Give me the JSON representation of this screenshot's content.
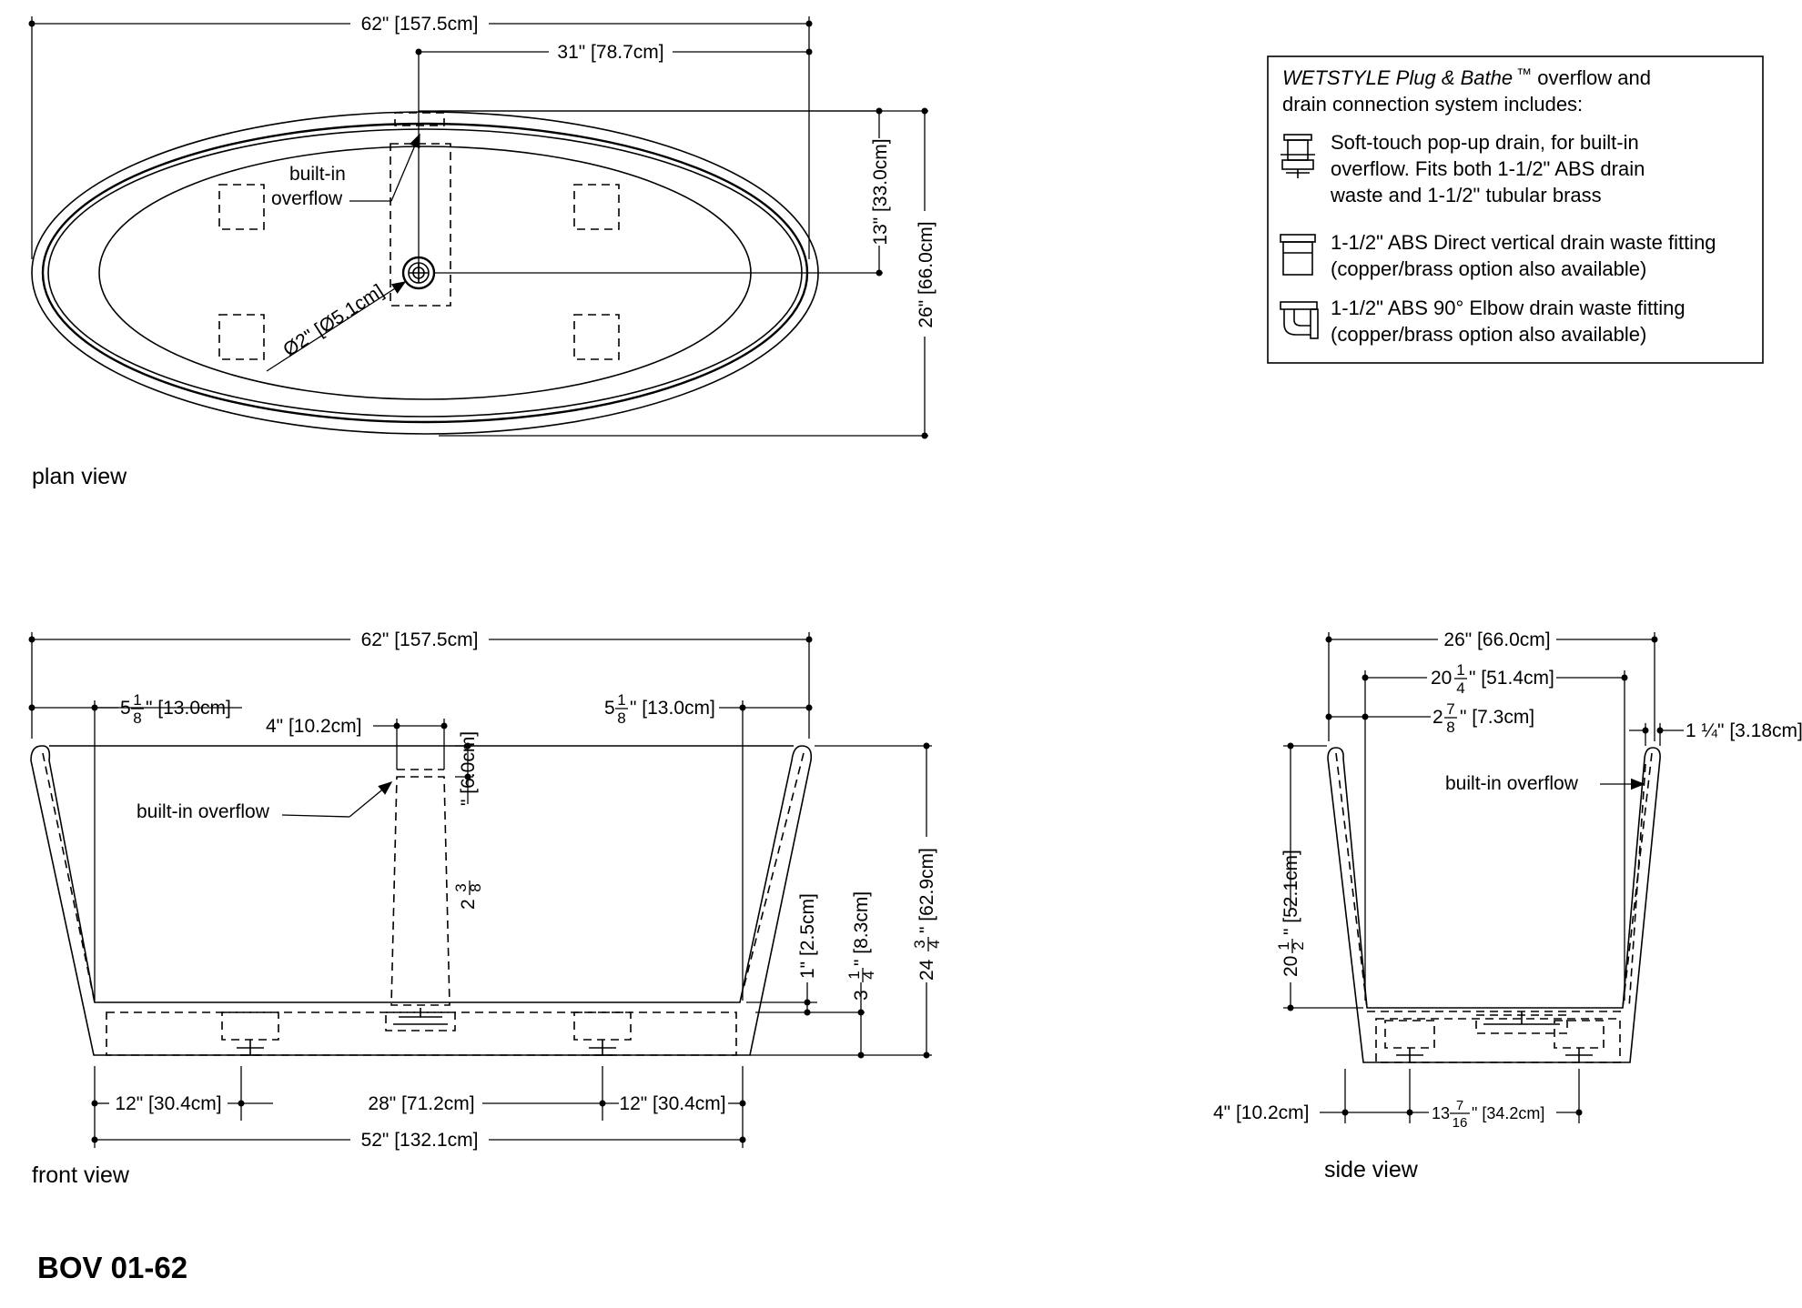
{
  "plan": {
    "overall_length": "62\" [157.5cm]",
    "half_length": "31\" [78.7cm]",
    "half_width": "13\" [33.0cm]",
    "overall_width": "26\" [66.0cm]",
    "overflow_label_1": "built-in",
    "overflow_label_2": "overflow",
    "drain_diameter": "Ø2\" [Ø5.1cm]",
    "caption": "plan view"
  },
  "legend": {
    "brand": "WETSTYLE Plug & Bathe",
    "tm": "™",
    "title_rest": " overflow  and",
    "title_line2": "drain connection system includes:",
    "items": [
      {
        "lines": [
          "Soft-touch pop-up drain, for built-in",
          "overflow. Fits both 1-1/2\" ABS drain",
          "waste and 1-1/2\" tubular brass"
        ]
      },
      {
        "lines": [
          "1-1/2\" ABS Direct vertical drain waste fitting",
          "(copper/brass option also available)"
        ]
      },
      {
        "lines": [
          "1-1/2\" ABS 90° Elbow drain waste fitting",
          "(copper/brass option also available)"
        ]
      }
    ]
  },
  "front": {
    "overall_length": "62\" [157.5cm]",
    "rim_left_whole": "5",
    "rim_left_frac_num": "1",
    "rim_left_frac_den": "8",
    "rim_left_rest": "\" [13.0cm]",
    "rim_right_whole": "5",
    "rim_right_frac_num": "1",
    "rim_right_frac_den": "8",
    "rim_right_rest": "\" [13.0cm]",
    "overflow_width": "4\" [10.2cm]",
    "overflow_label": "built-in overflow",
    "overflow_depth_whole": "2",
    "overflow_depth_num": "3",
    "overflow_depth_den": "8",
    "overflow_depth_rest": "\" [6.0cm]",
    "floor_gap": "1\" [2.5cm]",
    "base_height_whole": "3",
    "base_height_num": "1",
    "base_height_den": "4",
    "base_height_rest": "\" [8.3cm]",
    "total_height_whole": "24",
    "total_height_num": "3",
    "total_height_den": "4",
    "total_height_rest": "\" [62.9cm]",
    "foot_left": "12\" [30.4cm]",
    "foot_mid": "28\" [71.2cm]",
    "foot_right": "12\" [30.4cm]",
    "base_length": "52\" [132.1cm]",
    "caption": "front view"
  },
  "side": {
    "overall_width": "26\" [66.0cm]",
    "inner_whole": "20",
    "inner_num": "1",
    "inner_den": "4",
    "inner_rest": "\" [51.4cm]",
    "rim_whole": "2",
    "rim_num": "7",
    "rim_den": "8",
    "rim_rest": "\" [7.3cm]",
    "wall": "1 ¼\" [3.18cm]",
    "overflow_label": "built-in overflow",
    "depth_whole": "20",
    "depth_num": "1",
    "depth_den": "2",
    "depth_rest": "\" [52.1cm]",
    "foot_offset": "4\" [10.2cm]",
    "foot_span_whole": "13",
    "foot_span_num": "7",
    "foot_span_den": "16",
    "foot_span_rest": "\" [34.2cm]",
    "caption": "side view"
  },
  "model": "BOV 01-62"
}
